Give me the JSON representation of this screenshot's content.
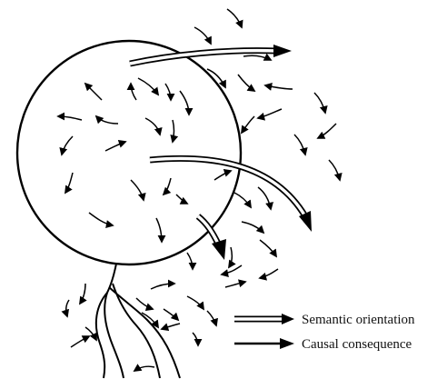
{
  "diagram": {
    "legend": {
      "items": [
        {
          "style": "double-line-arrow",
          "label": "Semantic orientation"
        },
        {
          "style": "solid-arrow",
          "label": "Causal consequence"
        }
      ]
    },
    "stroke_color": "#000000",
    "background_color": "#ffffff"
  }
}
